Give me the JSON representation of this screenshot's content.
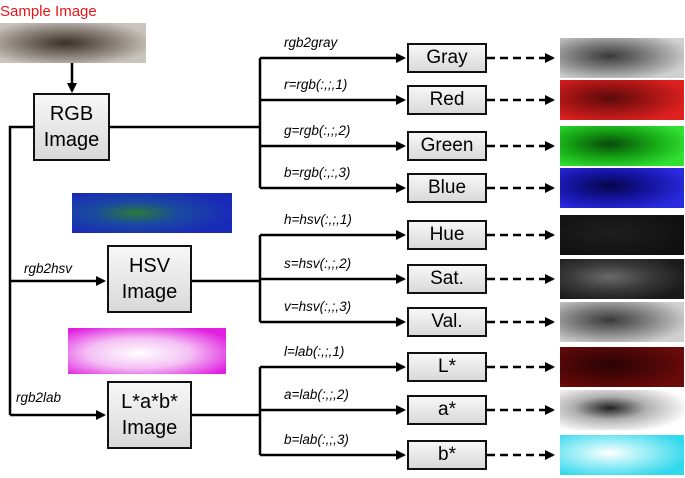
{
  "title": "Sample Image",
  "sources": {
    "rgb": "RGB\nImage",
    "hsv": "HSV\nImage",
    "lab": "L*a*b*\nImage"
  },
  "branches": {
    "hsv": "rgb2hsv",
    "lab": "rgb2lab"
  },
  "channels": [
    {
      "name": "Gray",
      "op": "rgb2gray",
      "color": "#8a8a8a"
    },
    {
      "name": "Red",
      "op": "r=rgb(:,;,1)",
      "color": "#b01818"
    },
    {
      "name": "Green",
      "op": "g=rgb(:,;,2)",
      "color": "#14a014"
    },
    {
      "name": "Blue",
      "op": "b=rgb(:,:,3)",
      "color": "#1414a8"
    },
    {
      "name": "Hue",
      "op": "h=hsv(:,;,1)",
      "color": "#151515"
    },
    {
      "name": "Sat.",
      "op": "s=hsv(:,;,2)",
      "color": "#3a3a3a"
    },
    {
      "name": "Val.",
      "op": "v=hsv(:,;,3)",
      "color": "#8a8a8a"
    },
    {
      "name": "L*",
      "op": "l=lab(:,;,1)",
      "color": "#4a0606"
    },
    {
      "name": "a*",
      "op": "a=lab(:,;,2)",
      "color": "#e6e6e6"
    },
    {
      "name": "b*",
      "op": "b=lab(:,;,3)",
      "color": "#4ad8e8"
    }
  ]
}
